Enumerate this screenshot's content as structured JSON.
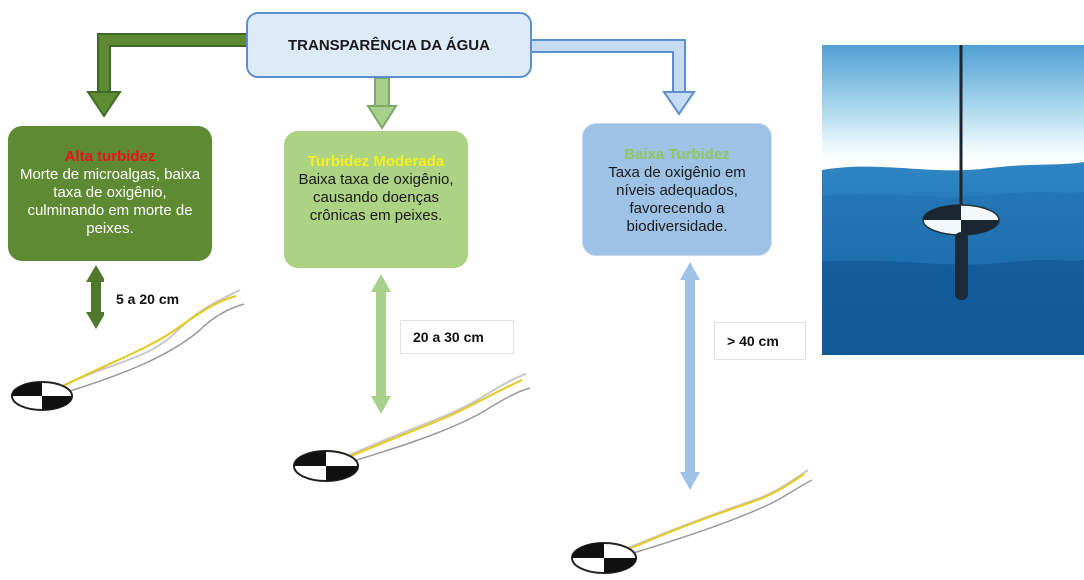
{
  "title": "TRANSPARÊNCIA DA ÁGUA",
  "cards": [
    {
      "heading": "Alta turbidez",
      "heading_color": "#e8141b",
      "text": "Morte de microalgas, baixa taxa de oxigênio, culminando em morte de peixes.",
      "fill": "#5e8a34"
    },
    {
      "heading": "Turbidez Moderada",
      "heading_color": "#f5ef1c",
      "text": "Baixa taxa de oxigênio, causando doenças crônicas em peixes.",
      "fill": "#acd284"
    },
    {
      "heading": "Baixa Turbidez",
      "heading_color": "#8fc65d",
      "text": "Taxa de oxigênio em níveis adequados, favorecendo a biodiversidade.",
      "fill": "#9dc2e6"
    }
  ],
  "depths": [
    "5 a 20 cm",
    "20 a 30 cm",
    "> 40 cm"
  ],
  "colors": {
    "arrow_dark_green": "#5e8a34",
    "arrow_light_green": "#a8d08d",
    "arrow_blue": "#9dc2e6",
    "title_border": "#5b8fcf"
  }
}
